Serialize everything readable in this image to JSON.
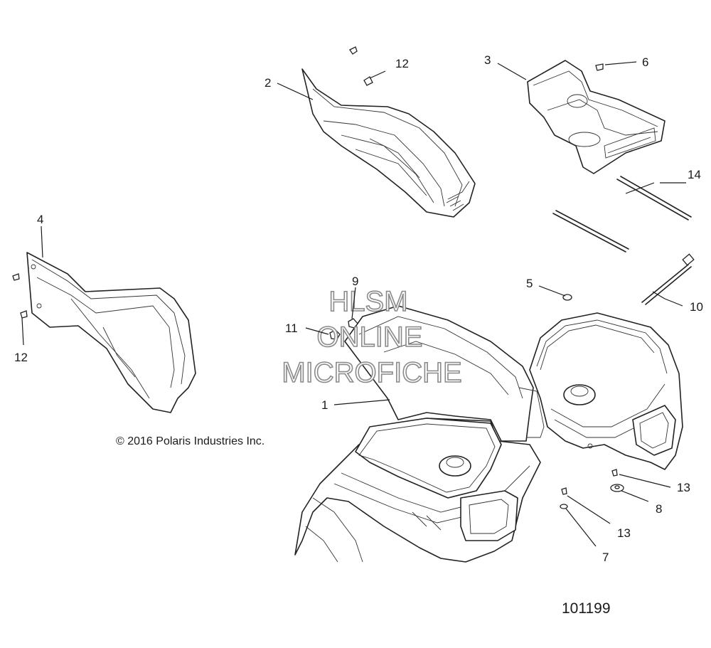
{
  "callouts": [
    "1",
    "2",
    "3",
    "4",
    "5",
    "6",
    "7",
    "8",
    "9",
    "10",
    "11",
    "12",
    "12",
    "13",
    "13",
    "14"
  ],
  "watermark": {
    "line1": "HLSM",
    "line2": "ONLINE",
    "line3": "MICROFICHE"
  },
  "copyright": "© 2016 Polaris Industries Inc.",
  "diagram_number": "101199"
}
